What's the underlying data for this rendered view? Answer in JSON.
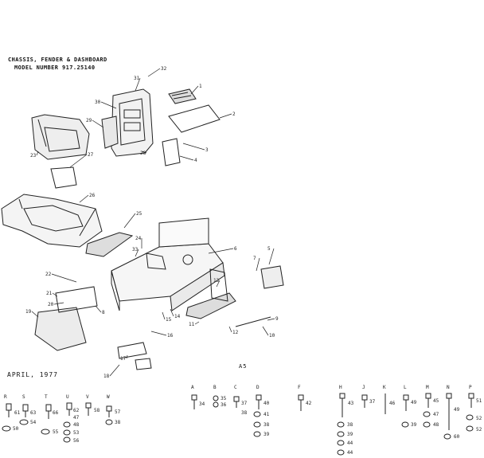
{
  "title": {
    "line1": "CHASSIS, FENDER & DASHBOARD",
    "line2": "MODEL NUMBER 917.25140"
  },
  "footer": {
    "date": "APRIL, 1977",
    "page_code": "A5"
  },
  "callouts": [
    "1",
    "2",
    "3",
    "4",
    "5",
    "6",
    "7",
    "8",
    "9",
    "10",
    "11",
    "12",
    "13",
    "14",
    "15",
    "16",
    "17",
    "18",
    "19",
    "20",
    "21",
    "22",
    "23",
    "24",
    "25",
    "26",
    "27",
    "28",
    "29",
    "30",
    "31",
    "32",
    "33"
  ],
  "hardware": [
    {
      "letter": "R",
      "parts": [
        "61",
        "50"
      ]
    },
    {
      "letter": "S",
      "parts": [
        "63",
        "54"
      ]
    },
    {
      "letter": "T",
      "parts": [
        "66",
        "55"
      ]
    },
    {
      "letter": "U",
      "parts": [
        "62",
        "47",
        "48",
        "53",
        "56"
      ]
    },
    {
      "letter": "V",
      "parts": [
        "58"
      ]
    },
    {
      "letter": "W",
      "parts": [
        "57",
        "38"
      ]
    },
    {
      "letter": "A",
      "parts": [
        "34"
      ]
    },
    {
      "letter": "B",
      "parts": [
        "35",
        "36"
      ]
    },
    {
      "letter": "C",
      "parts": [
        "37",
        "38"
      ]
    },
    {
      "letter": "D",
      "parts": [
        "40",
        "41",
        "38",
        "39"
      ]
    },
    {
      "letter": "F",
      "parts": [
        "42"
      ]
    },
    {
      "letter": "H",
      "parts": [
        "43",
        "38",
        "39",
        "44",
        "44"
      ]
    },
    {
      "letter": "J",
      "parts": [
        "37"
      ]
    },
    {
      "letter": "K",
      "parts": [
        "46"
      ]
    },
    {
      "letter": "L",
      "parts": [
        "49",
        "39"
      ]
    },
    {
      "letter": "M",
      "parts": [
        "45",
        "47",
        "48"
      ]
    },
    {
      "letter": "N",
      "parts": [
        "49",
        "60"
      ]
    },
    {
      "letter": "P",
      "parts": [
        "51",
        "52",
        "52"
      ]
    }
  ]
}
